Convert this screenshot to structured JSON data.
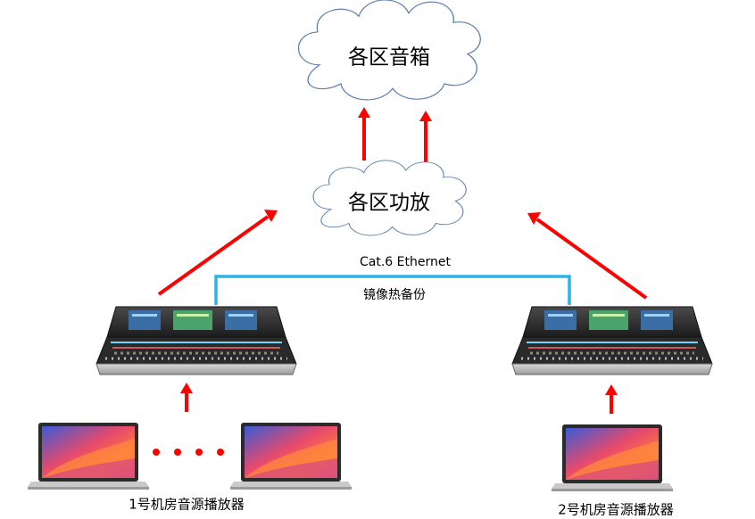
{
  "nodes": {
    "speakers": "各区音箱",
    "amplifiers": "各区功放"
  },
  "link": {
    "cable": "Cat.6 Ethernet",
    "mode": "镜像热备份"
  },
  "groups": {
    "room1": "1号机房音源播放器",
    "room2": "2号机房音源播放器"
  },
  "colors": {
    "arrow": "#ff0000",
    "ethernet": "#2bb3e6",
    "cloud_stroke": "#5b7fb0"
  }
}
